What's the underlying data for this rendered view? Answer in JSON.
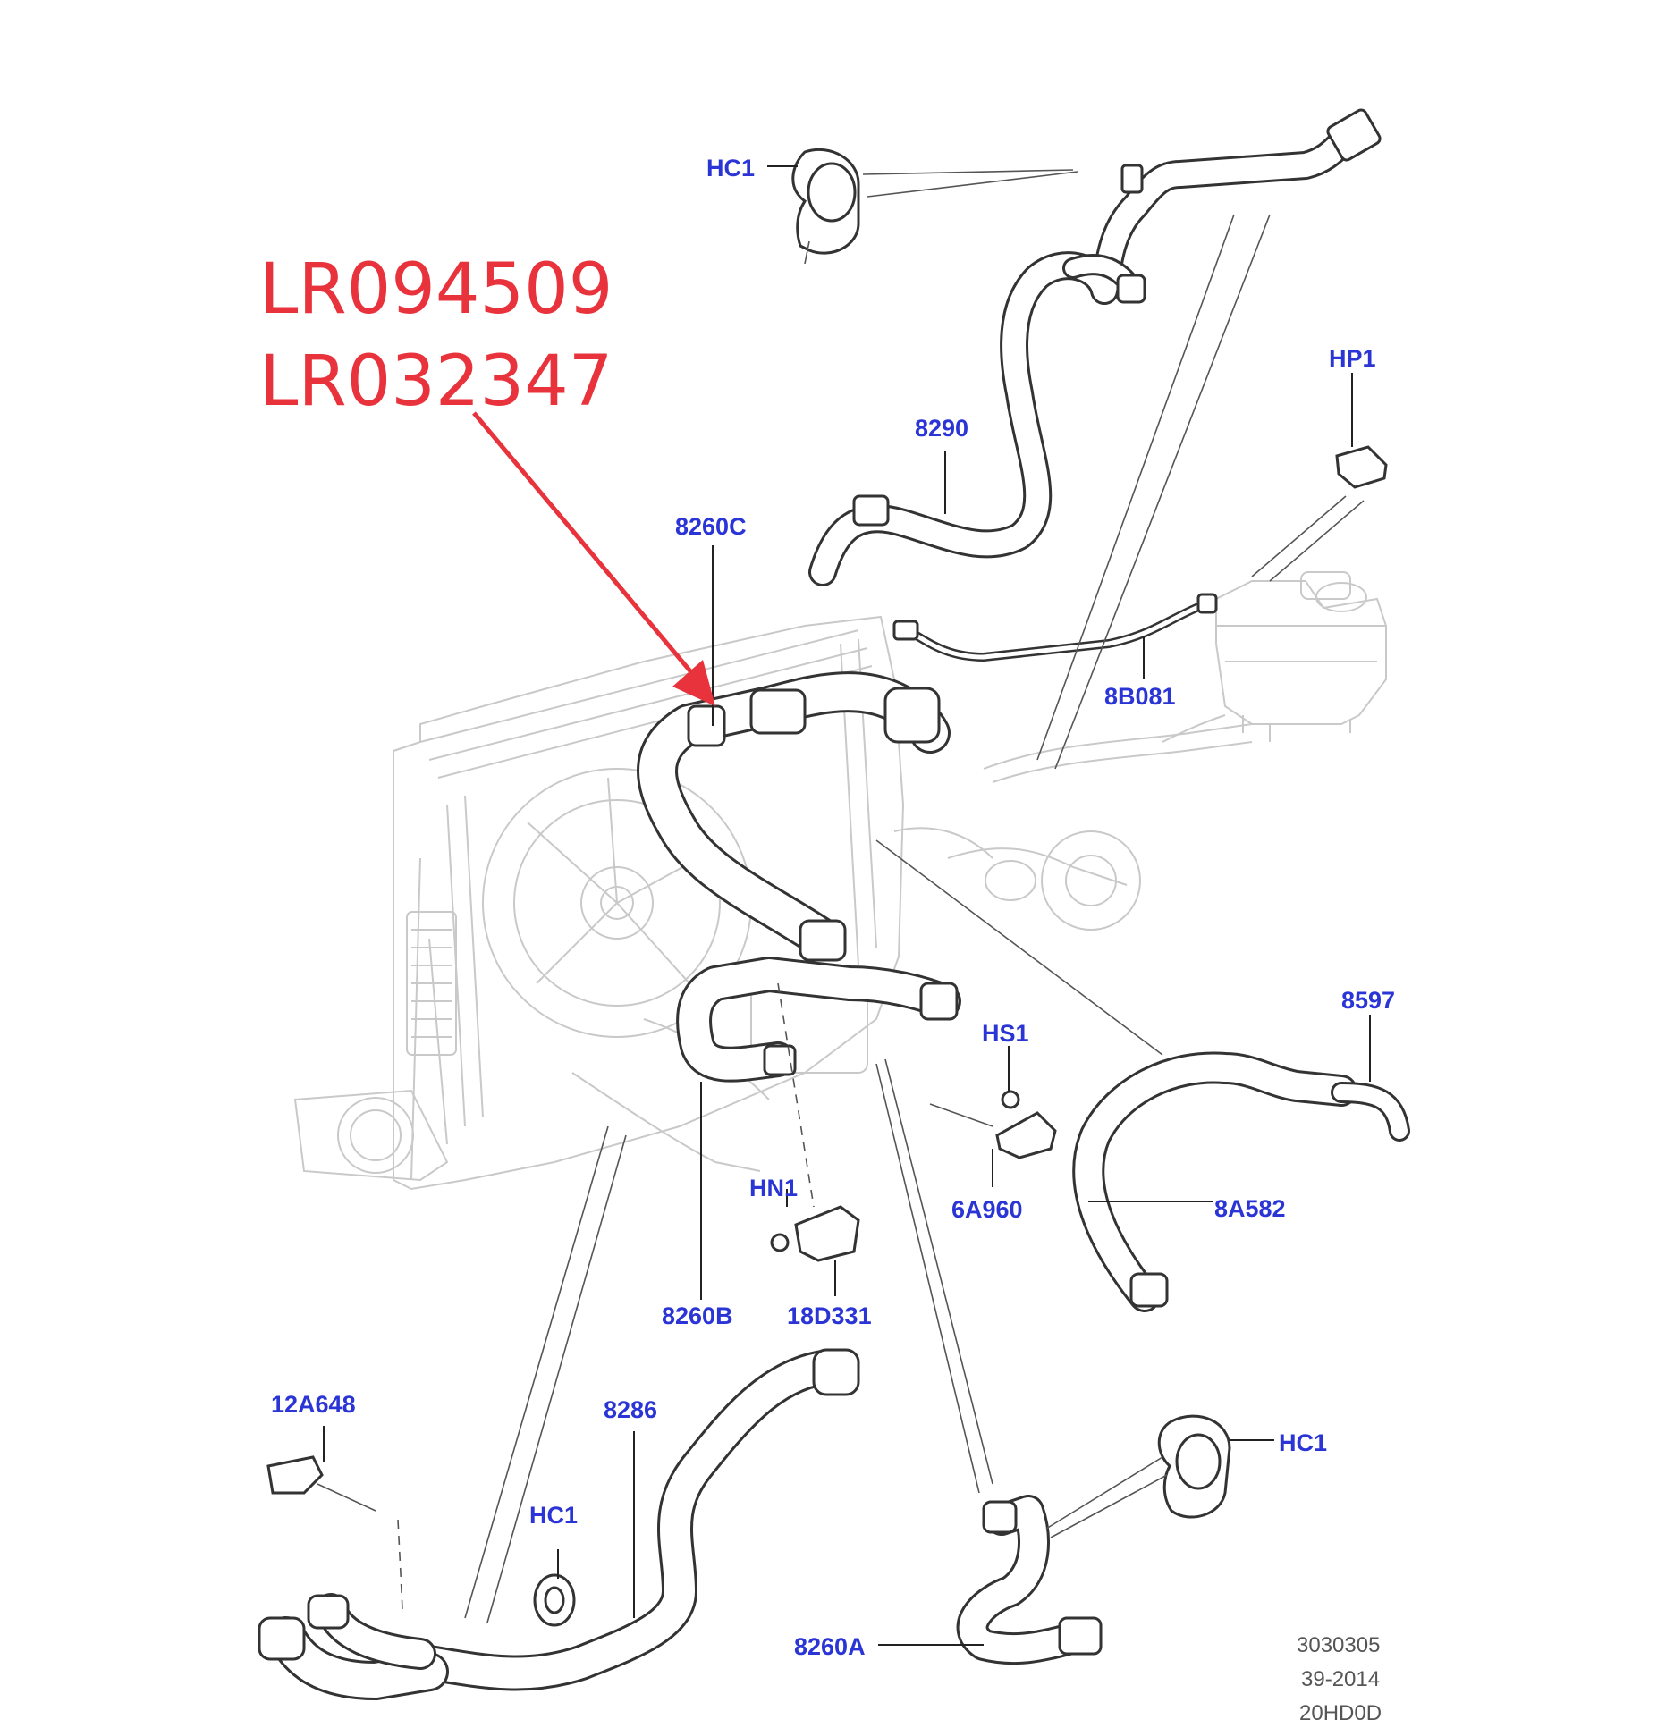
{
  "callout": {
    "part_numbers": [
      "LR094509",
      "LR032347"
    ],
    "arrow_color": "#e8333c"
  },
  "labels": {
    "hc1_top": "HC1",
    "l8290": "8290",
    "hp1": "HP1",
    "l8260c": "8260C",
    "l8b081": "8B081",
    "l8597": "8597",
    "hs1": "HS1",
    "l6a960": "6A960",
    "l8a582": "8A582",
    "hn1": "HN1",
    "l8260b": "8260B",
    "l18d331": "18D331",
    "l12a648": "12A648",
    "l8286": "8286",
    "hc1_bottom": "HC1",
    "hc1_right": "HC1",
    "l8260a": "8260A"
  },
  "reference": {
    "line1": "3030305",
    "line2": "39-2014",
    "line3": "20HD0D"
  },
  "colors": {
    "label": "#2b35d6",
    "callout_text": "#e8333c",
    "linework": "#333333",
    "ghost_linework": "#c9c9c9"
  }
}
